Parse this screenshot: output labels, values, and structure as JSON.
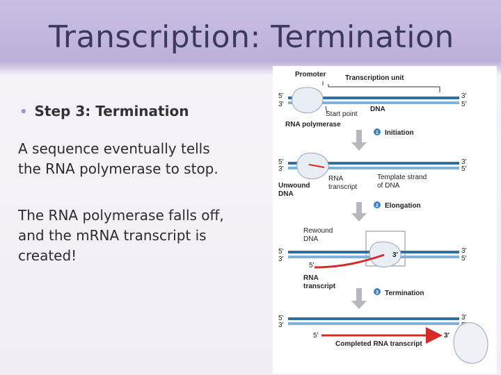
{
  "slide": {
    "title": "Transcription: Termination",
    "bullet": "Step 3: Termination",
    "paragraph1": [
      "A sequence eventually tells",
      "the RNA polymerase to stop."
    ],
    "paragraph2": [
      "The RNA polymerase falls off,",
      "and the mRNA transcript is",
      "created!"
    ]
  },
  "figure": {
    "promoter": "Promoter",
    "transcription_unit": "Transcription unit",
    "start_point": "Start point",
    "dna": "DNA",
    "rna_polymerase": "RNA polymerase",
    "stage1_num": "1",
    "stage1": "Initiation",
    "unwound_dna": [
      "Unwound",
      "DNA"
    ],
    "rna_transcript": [
      "RNA",
      "transcript"
    ],
    "template_strand": [
      "Template strand",
      "of DNA"
    ],
    "stage2_num": "2",
    "stage2": "Elongation",
    "rewound_dna": [
      "Rewound",
      "DNA"
    ],
    "rna_transcript_2": [
      "RNA",
      "transcript"
    ],
    "stage3_num": "3",
    "stage3": "Termination",
    "completed": "Completed RNA transcript",
    "five_prime": "5'",
    "three_prime": "3'"
  },
  "colors": {
    "header": "#c9bfe2",
    "title": "#3b3a5c",
    "bullet": "#a792cf",
    "dna_strand": "#2f6fa8",
    "dna_light": "#7fb2d8",
    "rna": "#d42a2a",
    "stage_circle": "#3a7fc1",
    "arrow": "#b5b8bd"
  }
}
